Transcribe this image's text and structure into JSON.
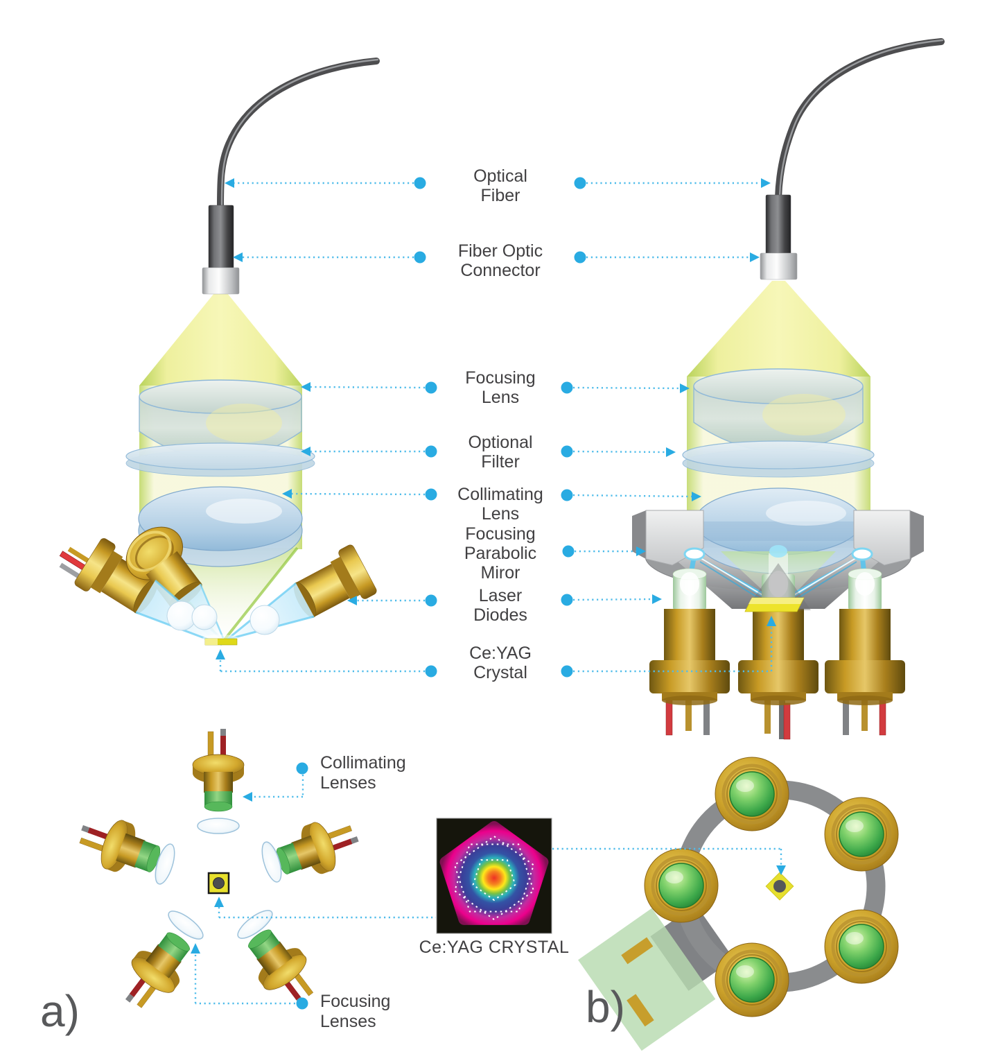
{
  "title": "Laser diode pumped Ce:YAG fiber-coupled light source diagram",
  "panels": {
    "a": "a)",
    "b": "b)"
  },
  "legend": {
    "rows": [
      {
        "id": "optical_fiber",
        "lines": [
          "Optical",
          "Fiber"
        ]
      },
      {
        "id": "fiber_optic_connector",
        "lines": [
          "Fiber Optic",
          "Connector"
        ]
      },
      {
        "id": "focusing_lens",
        "lines": [
          "Focusing",
          "Lens"
        ]
      },
      {
        "id": "optional_filter",
        "lines": [
          "Optional",
          "Filter"
        ]
      },
      {
        "id": "collimating_lens",
        "lines": [
          "Collimating",
          "Lens"
        ]
      },
      {
        "id": "focusing_parabolic_miror",
        "lines": [
          "Focusing",
          "Parabolic",
          "Miror"
        ]
      },
      {
        "id": "laser_diodes",
        "lines": [
          "Laser",
          "Diodes"
        ]
      },
      {
        "id": "ceyag_crystal",
        "lines": [
          "Ce:YAG",
          "Crystal"
        ]
      }
    ]
  },
  "bottom_labels": {
    "collimating_lenses": {
      "lines": [
        "Collimating",
        "Lenses"
      ]
    },
    "focusing_lenses": {
      "lines": [
        "Focusing",
        "Lenses"
      ]
    },
    "crystal_caption": "Ce:YAG CRYSTAL"
  },
  "colors": {
    "accent_blue_dots": "#29ABE2",
    "leader_line_blue": "#4FBCEA",
    "text": "#414042",
    "panel_letter": "#58595B",
    "light_cone_yellow": "#F7F7B8",
    "light_cone_edge_green": "#B9D35B",
    "lens_blue": "#AFCDE4",
    "diode_gold": "#C79A24",
    "diode_green_lens": "#4CAF50",
    "beam_cyan": "#53C6F2",
    "crystal_yellow": "#E8E02C",
    "mirror_gray": "#8A8C8E",
    "board_green": "#B7DBB0",
    "fiber_dark": "#4D4D4F"
  }
}
